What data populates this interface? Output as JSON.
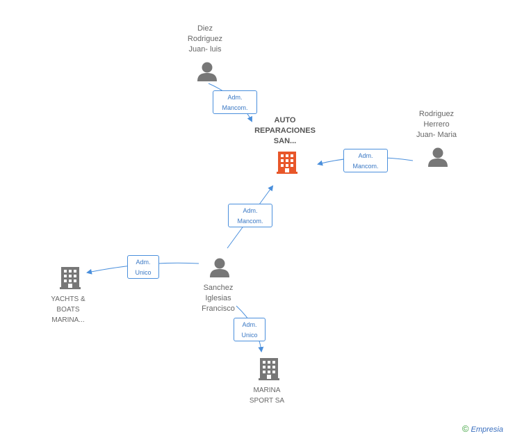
{
  "nodes": {
    "center_company": {
      "label": "AUTO\nREPARACIONES\nSAN...",
      "color": "#e8572a",
      "icon": "building-icon"
    },
    "diez": {
      "label": "Diez\nRodriguez\nJuan- luis",
      "icon": "person-icon"
    },
    "rodriguez": {
      "label": "Rodriguez\nHerrero\nJuan- Maria",
      "icon": "person-icon"
    },
    "sanchez": {
      "label": "Sanchez\nIglesias\nFrancisco",
      "icon": "person-icon"
    },
    "yachts": {
      "label": "YACHTS &\nBOATS\nMARINA...",
      "icon": "building-icon"
    },
    "marina_sport": {
      "label": "MARINA\nSPORT SA",
      "icon": "building-icon"
    }
  },
  "edges": {
    "diez_to_center": "Adm.\nMancom.",
    "rodriguez_to_center": "Adm.\nMancom.",
    "sanchez_to_center": "Adm.\nMancom.",
    "sanchez_to_yachts": "Adm.\nUnico",
    "sanchez_to_marina": "Adm.\nUnico"
  },
  "footer": {
    "copyright": "©",
    "brand": "Empresia"
  },
  "colors": {
    "edge": "#4a8fdc",
    "person": "#777777",
    "building": "#777777"
  }
}
